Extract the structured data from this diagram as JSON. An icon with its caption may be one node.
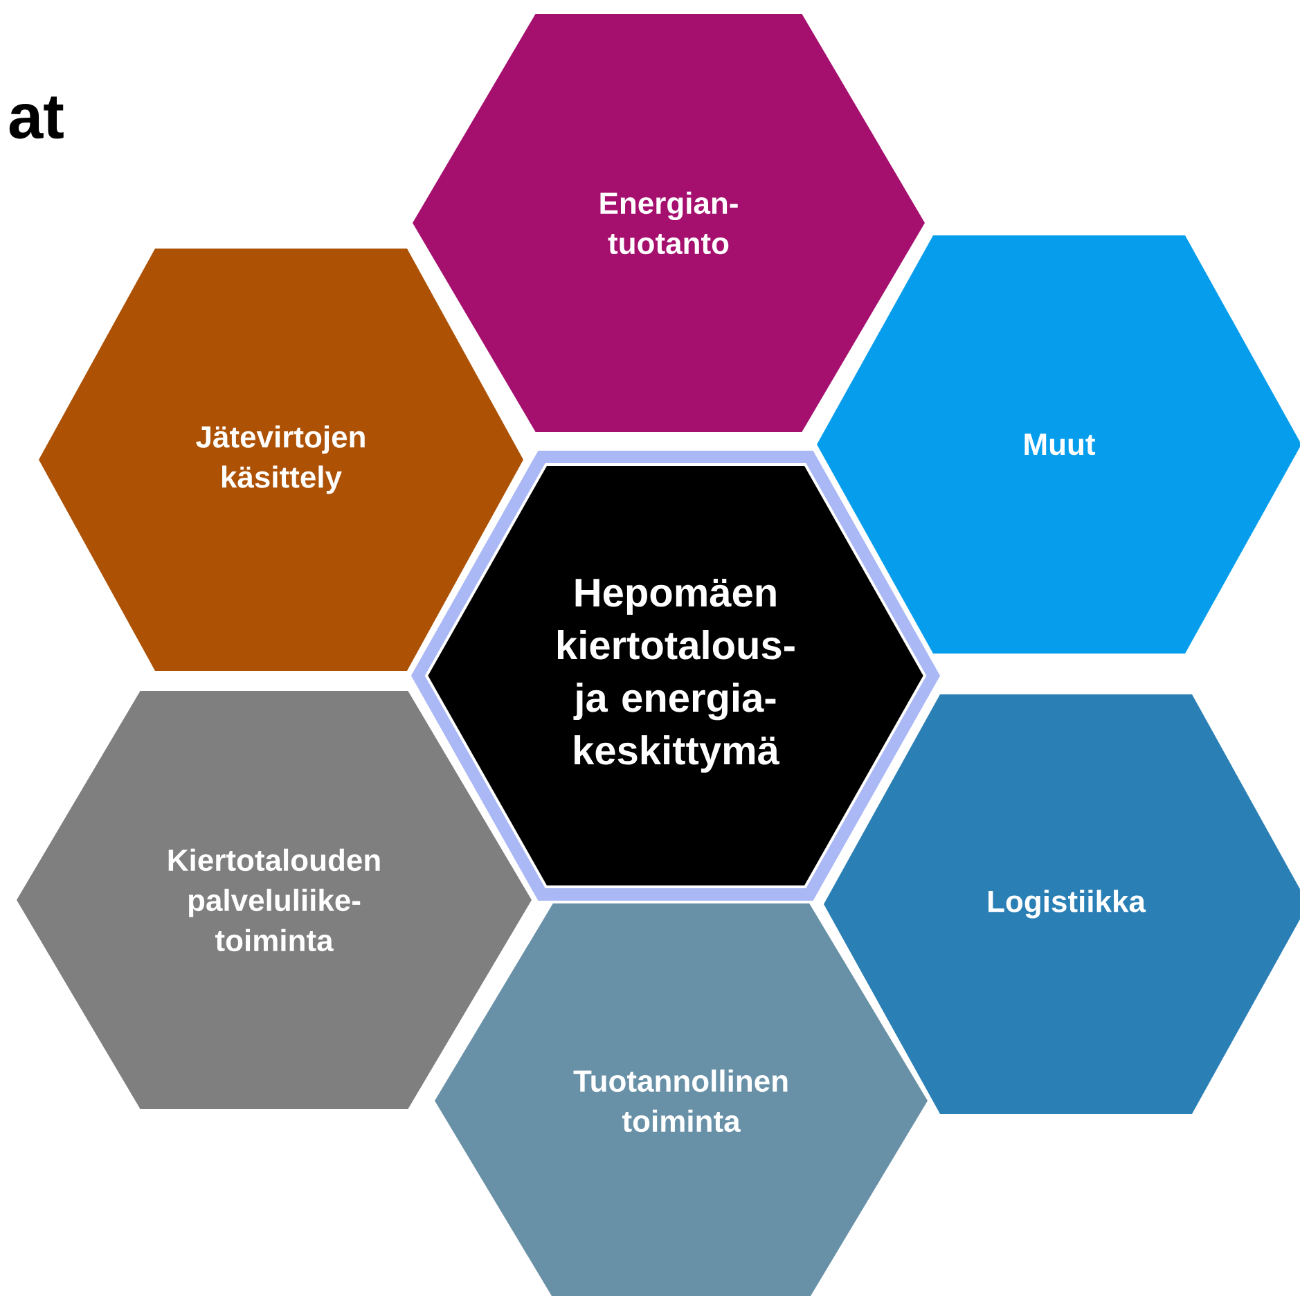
{
  "diagram": {
    "nodes": [
      {
        "text": [
          "Energian- tuotanto"
        ]
      },
      {
        "text": [
          "Jätevirtojen käsittely"
        ]
      },
      {
        "text": [
          "Muut"
        ]
      },
      {
        "text": [
          "Hepomäen kiertotalous- ja energia- keskittymä"
        ]
      },
      {
        "text": [
          "Kiertotalouden palveluliike- toiminta"
        ]
      },
      {
        "text": [
          "Logistiikka"
        ]
      },
      {
        "text": [
          "Tuotannollinen toiminta"
        ]
      }
    ],
    "labels": [
      "at"
    ]
  }
}
